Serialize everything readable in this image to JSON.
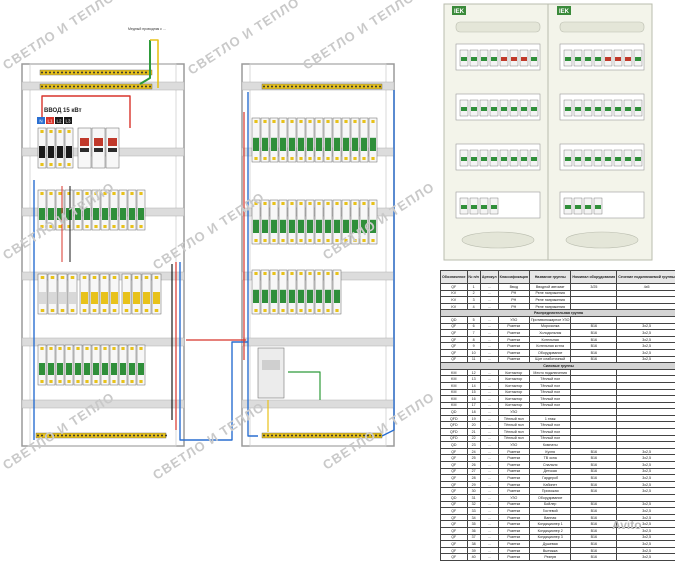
{
  "left_panel": {
    "input_label": "ВВОД 15 кВт",
    "phase_labels": [
      "N",
      "L1",
      "L2",
      "L3"
    ],
    "ground_note": "Медный проводник с ...",
    "colors": {
      "phase_red": "#d8342b",
      "neutral_blue": "#2a6fd1",
      "ground_yellow": "#e8c21a",
      "ground_green": "#2e9b3a",
      "phase_black": "#1a1a1a",
      "breaker_green": "#2f8f3a",
      "rail": "#b9b9b9"
    }
  },
  "right_panel": {
    "logo_text": "IEK"
  },
  "watermarks": [
    "СВЕТЛО И ТЕПЛО",
    "СВЕТЛО И ТЕПЛО",
    "СВЕТЛО И ТЕПЛО",
    "СВЕТЛО И ТЕПЛО",
    "СВЕТЛО И ТЕПЛО",
    "СВЕТЛО И ТЕПЛО",
    "СВЕТЛО И ТЕПЛО",
    "СВЕТЛО И ТЕПЛО",
    "СВЕТЛО И ТЕПЛО"
  ],
  "table": {
    "headers": [
      "Обозначение",
      "№ п/п",
      "Артикул",
      "Классификация",
      "Название группы",
      "Номинал оборудования",
      "Сечение подключаемой группы"
    ],
    "rows": [
      {
        "d": "QF",
        "n": "1",
        "a": "...",
        "c": "Ввод",
        "g": "Вводной автомат",
        "r": "3/25",
        "s": "4х5"
      },
      {
        "d": "KV",
        "n": "2",
        "a": "...",
        "c": "РН",
        "g": "Реле напряжения",
        "r": "",
        "s": ""
      },
      {
        "d": "KV",
        "n": "3",
        "a": "...",
        "c": "РН",
        "g": "Реле напряжения",
        "r": "",
        "s": ""
      },
      {
        "d": "KV",
        "n": "4",
        "a": "...",
        "c": "РН",
        "g": "Реле напряжения",
        "r": "",
        "s": ""
      },
      {
        "sec": "Распределительная группа"
      },
      {
        "d": "QD",
        "n": "5",
        "a": "...",
        "c": "УЗО",
        "g": "Противопожарное УЗО",
        "r": "",
        "s": ""
      },
      {
        "d": "QF",
        "n": "6",
        "a": "...",
        "c": "Розетки",
        "g": "Морозилка",
        "r": "B16",
        "s": "3х2,5"
      },
      {
        "d": "QF",
        "n": "7",
        "a": "...",
        "c": "Розетки",
        "g": "Холодильник",
        "r": "B16",
        "s": "3х2,5"
      },
      {
        "d": "QF",
        "n": "8",
        "a": "...",
        "c": "Розетки",
        "g": "Котельная",
        "r": "B16",
        "s": "3х2,5"
      },
      {
        "d": "QF",
        "n": "9",
        "a": "...",
        "c": "Розетки",
        "g": "Котельная котла",
        "r": "B16",
        "s": "3х2,5"
      },
      {
        "d": "QF",
        "n": "10",
        "a": "...",
        "c": "Розетки",
        "g": "Оборудование",
        "r": "B16",
        "s": "3х2,5"
      },
      {
        "d": "QF",
        "n": "11",
        "a": "...",
        "c": "Розетки",
        "g": "Щит слаботочный",
        "r": "B16",
        "s": "3х2,5"
      },
      {
        "sec": "Силовые группы"
      },
      {
        "d": "KM",
        "n": "12",
        "a": "...",
        "c": "Контактор",
        "g": "Место подключения",
        "r": "",
        "s": ""
      },
      {
        "d": "KM",
        "n": "13",
        "a": "...",
        "c": "Контактор",
        "g": "Тёплый пол",
        "r": "",
        "s": ""
      },
      {
        "d": "KM",
        "n": "14",
        "a": "...",
        "c": "Контактор",
        "g": "Тёплый пол",
        "r": "",
        "s": ""
      },
      {
        "d": "KM",
        "n": "15",
        "a": "...",
        "c": "Контактор",
        "g": "Тёплый пол",
        "r": "",
        "s": ""
      },
      {
        "d": "KM",
        "n": "16",
        "a": "...",
        "c": "Контактор",
        "g": "Тёплый пол",
        "r": "",
        "s": ""
      },
      {
        "d": "KM",
        "n": "17",
        "a": "...",
        "c": "Контактор",
        "g": "Тёплый пол",
        "r": "",
        "s": ""
      },
      {
        "d": "QD",
        "n": "18",
        "a": "...",
        "c": "УЗО",
        "g": "",
        "r": "",
        "s": ""
      },
      {
        "d": "QFD",
        "n": "19",
        "a": "...",
        "c": "Тёплый пол",
        "g": "1 этаж",
        "r": "",
        "s": ""
      },
      {
        "d": "QFD",
        "n": "20",
        "a": "...",
        "c": "Тёплый пол",
        "g": "Тёплый пол",
        "r": "",
        "s": ""
      },
      {
        "d": "QFD",
        "n": "21",
        "a": "...",
        "c": "Тёплый пол",
        "g": "Тёплый пол",
        "r": "",
        "s": ""
      },
      {
        "d": "QFD",
        "n": "22",
        "a": "...",
        "c": "Тёплый пол",
        "g": "Тёплый пол",
        "r": "",
        "s": ""
      },
      {
        "d": "QD",
        "n": "23",
        "a": "...",
        "c": "УЗО",
        "g": "Комнаты",
        "r": "",
        "s": ""
      },
      {
        "d": "QF",
        "n": "24",
        "a": "...",
        "c": "Розетки",
        "g": "Кухня",
        "r": "B16",
        "s": "3х2,5"
      },
      {
        "d": "QF",
        "n": "25",
        "a": "...",
        "c": "Розетки",
        "g": "ТВ зона",
        "r": "B16",
        "s": "3х2,5"
      },
      {
        "d": "QF",
        "n": "26",
        "a": "...",
        "c": "Розетки",
        "g": "Спальня",
        "r": "B16",
        "s": "3х2,5"
      },
      {
        "d": "QF",
        "n": "27",
        "a": "...",
        "c": "Розетки",
        "g": "Детская",
        "r": "B16",
        "s": "3х2,5"
      },
      {
        "d": "QF",
        "n": "28",
        "a": "...",
        "c": "Розетки",
        "g": "Гардероб",
        "r": "B16",
        "s": "3х2,5"
      },
      {
        "d": "QF",
        "n": "29",
        "a": "...",
        "c": "Розетки",
        "g": "Кабинет",
        "r": "B16",
        "s": "3х2,5"
      },
      {
        "d": "QF",
        "n": "30",
        "a": "...",
        "c": "Розетки",
        "g": "Прихожая",
        "r": "B16",
        "s": "3х2,5"
      },
      {
        "d": "QD",
        "n": "31",
        "a": "...",
        "c": "УЗО",
        "g": "Оборудование",
        "r": "",
        "s": ""
      },
      {
        "d": "QF",
        "n": "32",
        "a": "...",
        "c": "Розетки",
        "g": "Бойлер",
        "r": "B16",
        "s": "3х2,5"
      },
      {
        "d": "QF",
        "n": "33",
        "a": "...",
        "c": "Розетки",
        "g": "Гостевой",
        "r": "B16",
        "s": "3х2,5"
      },
      {
        "d": "QF",
        "n": "34",
        "a": "...",
        "c": "Розетки",
        "g": "Ванная",
        "r": "B16",
        "s": "3х2,5"
      },
      {
        "d": "QF",
        "n": "35",
        "a": "...",
        "c": "Розетки",
        "g": "Кондиционер 1",
        "r": "B16",
        "s": "3х2,5"
      },
      {
        "d": "QF",
        "n": "36",
        "a": "...",
        "c": "Розетки",
        "g": "Кондиционер 2",
        "r": "B16",
        "s": "3х2,5"
      },
      {
        "d": "QF",
        "n": "37",
        "a": "...",
        "c": "Розетки",
        "g": "Кондиционер 3",
        "r": "B16",
        "s": "3х2,5"
      },
      {
        "d": "QF",
        "n": "38",
        "a": "...",
        "c": "Розетки",
        "g": "Душевая",
        "r": "B16",
        "s": "3х2,5"
      },
      {
        "d": "QF",
        "n": "39",
        "a": "...",
        "c": "Розетки",
        "g": "Вытяжка",
        "r": "B16",
        "s": "3х2,5"
      },
      {
        "d": "QF",
        "n": "40",
        "a": "...",
        "c": "Розетки",
        "g": "Резерв",
        "r": "B16",
        "s": "3х2,5"
      }
    ]
  },
  "brand_mark": "Avito"
}
